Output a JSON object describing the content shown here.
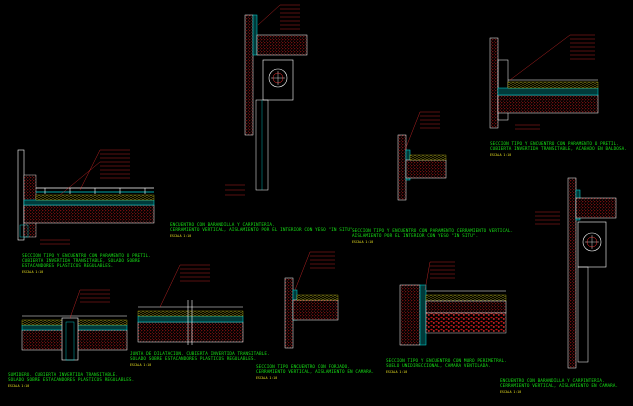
{
  "background": "#000000",
  "colors": {
    "structure": "#ffffff",
    "hatch": "#ff2020",
    "membrane": "#00e0e0",
    "caption": "#16e016",
    "subcaption": "#e8e020",
    "leader": "#ff3030",
    "insulation": "#e8e020"
  },
  "details": [
    {
      "id": "d1",
      "caption": [
        "SECCION TIPO Y ENCUENTRO CON PARAMENTO O PRETIL.",
        "CUBIERTA INVERTIDA TRANSITABLE, SOLADO SOBRE",
        "ESTACANDORES PLASTICOS REGULABLES."
      ],
      "scale": "ESCALA 1:10"
    },
    {
      "id": "d2",
      "caption": [
        "ENCUENTRO CON BARANDILLA Y CARPINTERIA.",
        "CERRAMIENTO VERTICAL, AISLAMIENTO POR EL INTERIOR CON YESO \"IN SITU\"."
      ],
      "scale": "ESCALA 1:10"
    },
    {
      "id": "d3",
      "caption": [
        "SECCION TIPO Y ENCUENTRO CON PARAMENTO CERRAMIENTO VERTICAL.",
        "AISLAMIENTO POR EL INTERIOR CON YESO \"IN SITU\"."
      ],
      "scale": "ESCALA 1:10"
    },
    {
      "id": "d4",
      "caption": [
        "SECCION TIPO Y ENCUENTRO CON PARAMENTO O PRETIL.",
        "CUBIERTA INVERTIDA TRANSITABLE, ACABADO EN BALDOSA."
      ],
      "scale": "ESCALA 1:10"
    },
    {
      "id": "d5",
      "caption": [
        "ENCUENTRO CON BARANDILLA Y CARPINTERIA.",
        "CERRAMIENTO VERTICAL, AISLAMIENTO EN CAMARA."
      ],
      "scale": "ESCALA 1:10"
    },
    {
      "id": "d6",
      "caption": [
        "SUMIDERO. CUBIERTA INVERTIDA TRANSITABLE.",
        "SOLADO SOBRE ESTACANDORES PLASTICOS REGULABLES."
      ],
      "scale": "ESCALA 1:10"
    },
    {
      "id": "d7",
      "caption": [
        "JUNTA DE DILATACION. CUBIERTA INVERTIDA TRANSITABLE.",
        "SOLADO SOBRE ESTACANDORES PLASTICOS REGULABLES."
      ],
      "scale": "ESCALA 1:10"
    },
    {
      "id": "d8",
      "caption": [
        "SECCION TIPO ENCUENTRO CON FORJADO.",
        "CERRAMIENTO VERTICAL, AISLAMIENTO EN CAMARA."
      ],
      "scale": "ESCALA 1:10"
    },
    {
      "id": "d9",
      "caption": [
        "SECCION TIPO Y ENCUENTRO CON MURO PERIMETRAL.",
        "SUELO UNIDIRECCIONAL, CAMARA VENTILADA."
      ],
      "scale": "ESCALA 1:10"
    }
  ]
}
